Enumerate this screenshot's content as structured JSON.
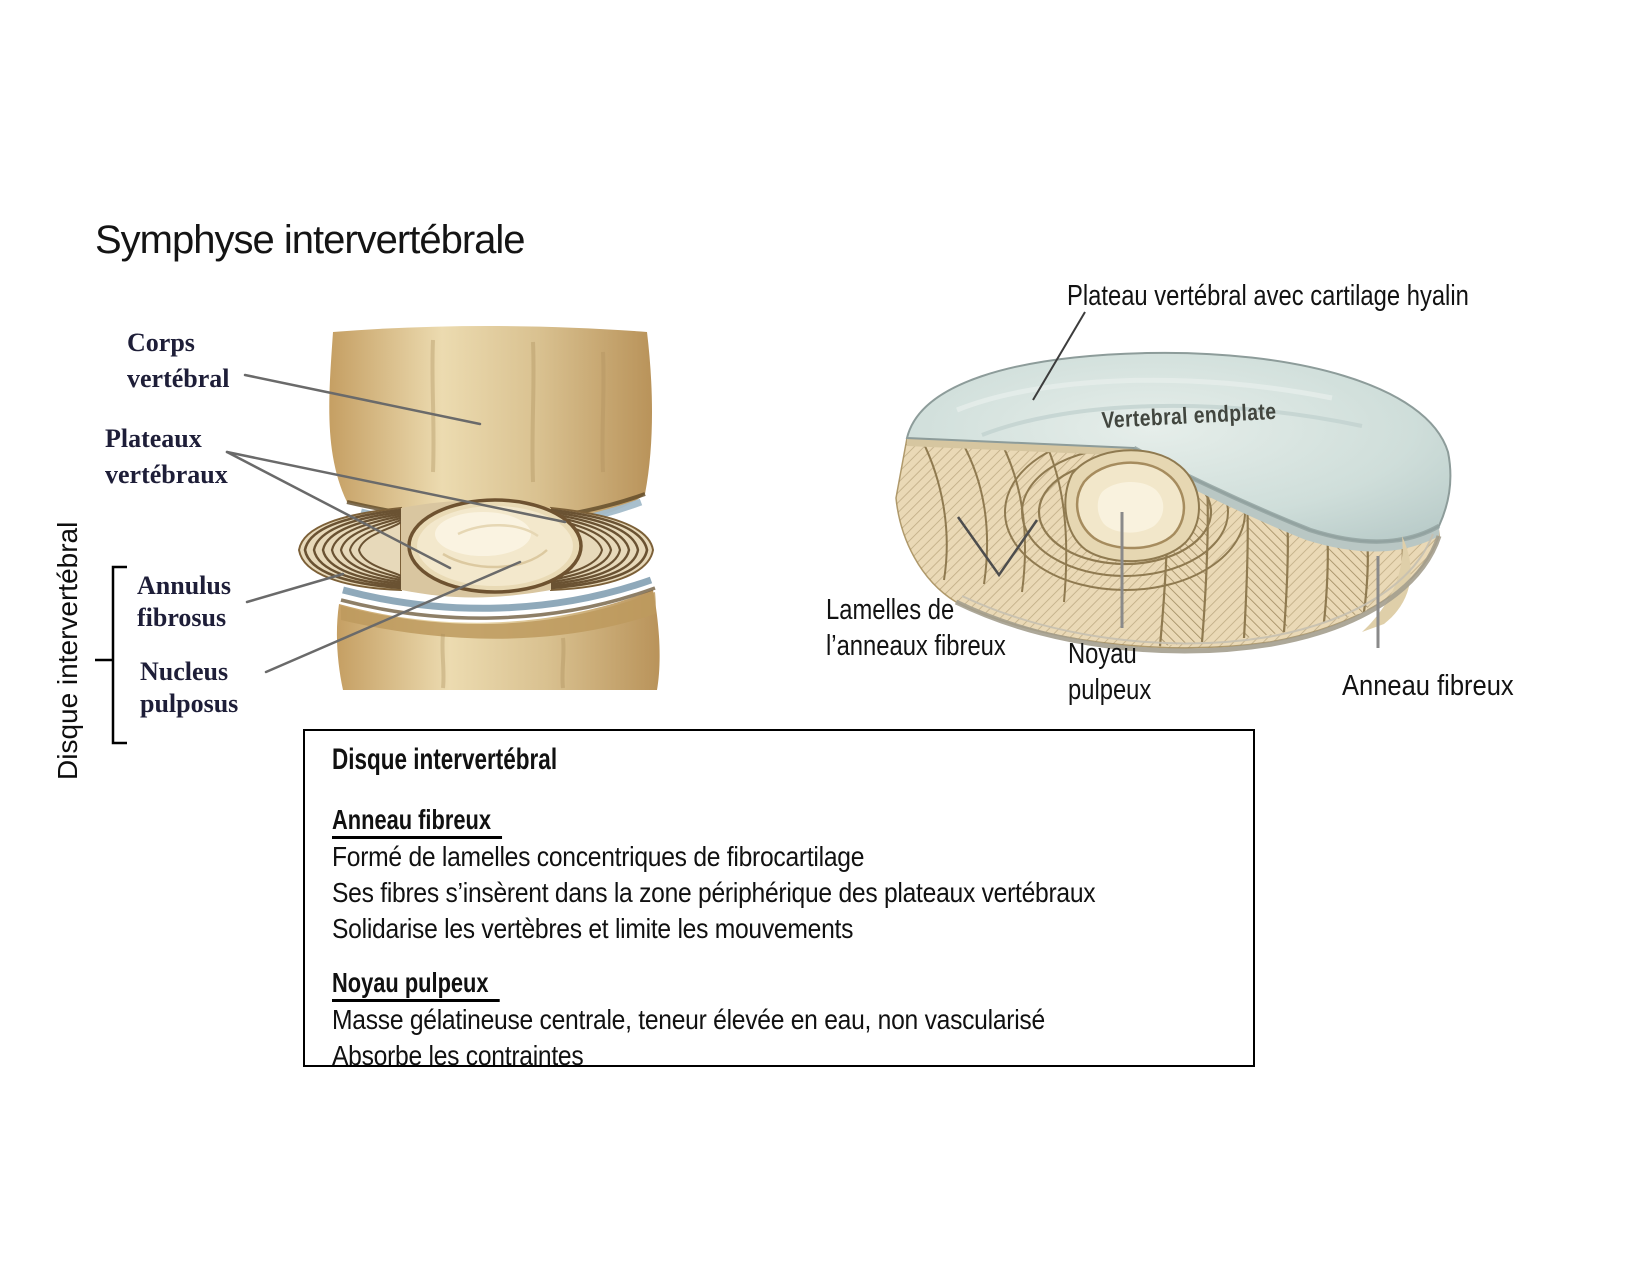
{
  "page": {
    "title": "Symphyse intervertébrale"
  },
  "left_figure": {
    "labels": {
      "corps": {
        "line1": "Corps",
        "line2": "vertébral"
      },
      "plateaux": {
        "line1": "Plateaux",
        "line2": "vertébraux"
      },
      "annulus": {
        "line1": "Annulus",
        "line2": "fibrosus"
      },
      "nucleus": {
        "line1": "Nucleus",
        "line2": "pulposus"
      },
      "bracket_label": "Disque intervertébral"
    }
  },
  "right_figure": {
    "labels": {
      "plateau": "Plateau vertébral avec cartilage hyalin",
      "lamelles_line1": "Lamelles de",
      "lamelles_line2": "l’anneaux fibreux",
      "noyau_line1": "Noyau",
      "noyau_line2": "pulpeux",
      "anneau": "Anneau fibreux",
      "endplate_caption": "Vertebral endplate"
    }
  },
  "info_box": {
    "title": "Disque intervertébral",
    "sections": [
      {
        "heading": "Anneau fibreux",
        "lines": [
          "Formé de lamelles concentriques de fibrocartilage",
          "Ses fibres s’insèrent dans la zone périphérique des plateaux vertébraux",
          "Solidarise les vertèbres et limite les mouvements"
        ]
      },
      {
        "heading": "Noyau pulpeux",
        "lines": [
          "Masse gélatineuse centrale, teneur élevée en eau, non vascularisé",
          "Absorbe les contraintes"
        ]
      }
    ]
  },
  "palette": {
    "bone_tan": "#d9bf8e",
    "endplate_blue": "#9fb9c6",
    "plate_teal": "#cfdeda",
    "nucleus_cream": "#f3e8cc",
    "lamellae_brown": "#8f7a50",
    "label_navy": "#1e1e38",
    "leader_gray": "#6a6a6a"
  }
}
